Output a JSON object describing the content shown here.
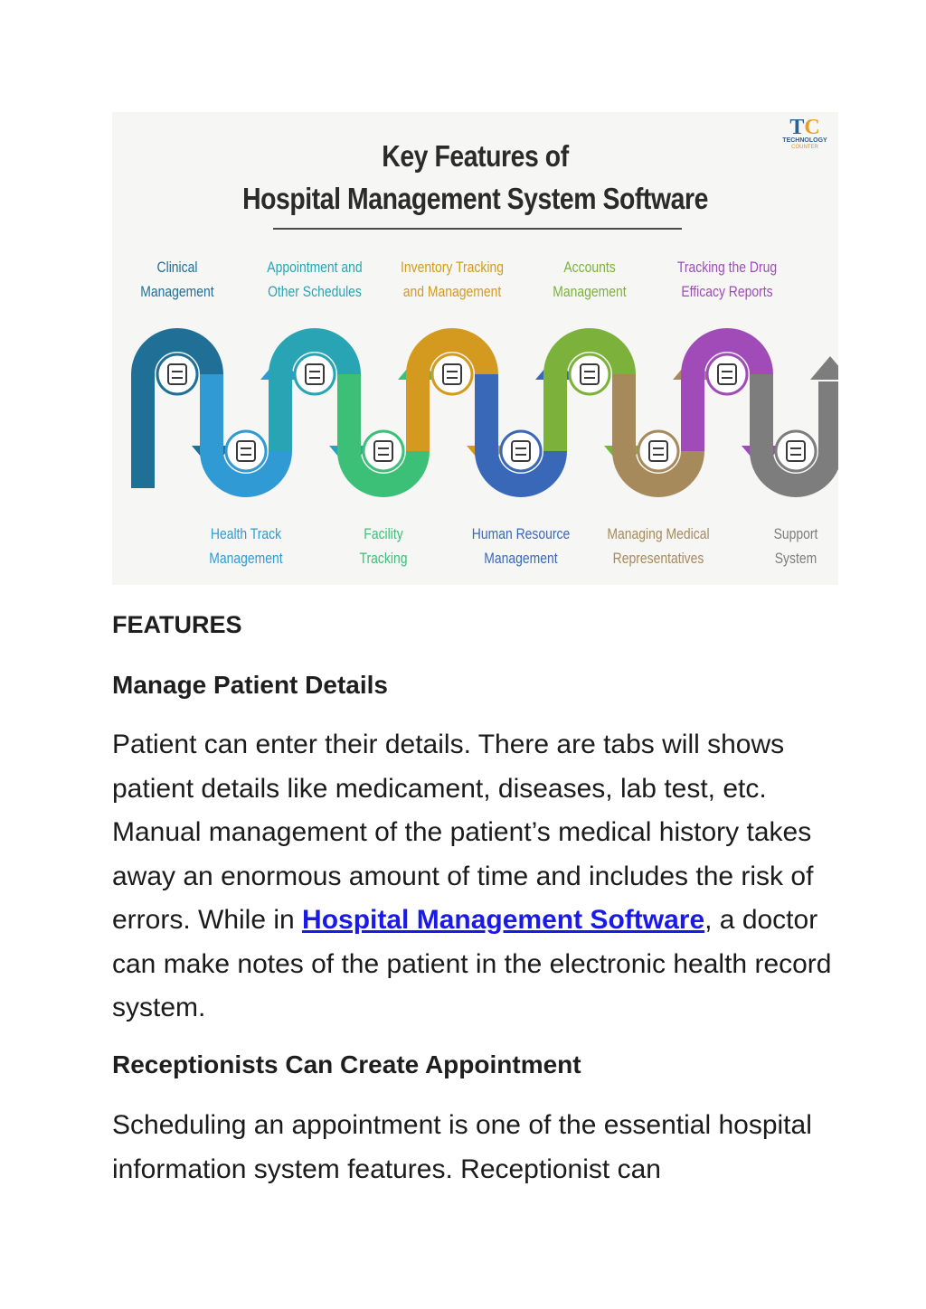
{
  "figure": {
    "title_line1": "Key Features of",
    "title_line2": "Hospital Management System Software",
    "logo": {
      "line1": "TECHNOLOGY",
      "line2": "COUNTER",
      "mark": "TC"
    },
    "top_features": [
      {
        "line1": "Clinical",
        "line2": "Management",
        "color": "#1f6f97",
        "icon": "clinic-icon"
      },
      {
        "line1": "Appointment and",
        "line2": "Other Schedules",
        "color": "#29a4b4",
        "icon": "calendar-icon"
      },
      {
        "line1": "Inventory Tracking",
        "line2": "and Management",
        "color": "#d39a1f",
        "icon": "inventory-icon"
      },
      {
        "line1": "Accounts",
        "line2": "Management",
        "color": "#7cb23c",
        "icon": "accounts-icon"
      },
      {
        "line1": "Tracking the Drug",
        "line2": "Efficacy Reports",
        "color": "#a04bb8",
        "icon": "report-icon"
      }
    ],
    "bottom_features": [
      {
        "line1": "Health Track",
        "line2": "Management",
        "color": "#2f9ad3",
        "icon": "heart-monitor-icon"
      },
      {
        "line1": "Facility",
        "line2": "Tracking",
        "color": "#3cbf77",
        "icon": "facility-icon"
      },
      {
        "line1": "Human Resource",
        "line2": "Management",
        "color": "#3a68b8",
        "icon": "team-icon"
      },
      {
        "line1": "Managing Medical",
        "line2": "Representatives",
        "color": "#a68a5b",
        "icon": "doctor-icon"
      },
      {
        "line1": "Support",
        "line2": "System",
        "color": "#7d7d7d",
        "icon": "support-icon"
      }
    ]
  },
  "content": {
    "section_heading": "FEATURES",
    "heading1": "Manage Patient Details",
    "para1_before": "Patient can enter their details. There are tabs will shows patient details like medicament, diseases, lab test, etc. Manual management of the patient’s medical history takes away an enormous amount of time and includes the risk of errors. While in ",
    "para1_link": "Hospital Management Software",
    "para1_after": ", a doctor can make notes of the patient in the electronic health record system.",
    "heading2": "Receptionists Can Create Appointment",
    "para2": "Scheduling an appointment is one of the essential hospital information system features. Receptionist can"
  }
}
